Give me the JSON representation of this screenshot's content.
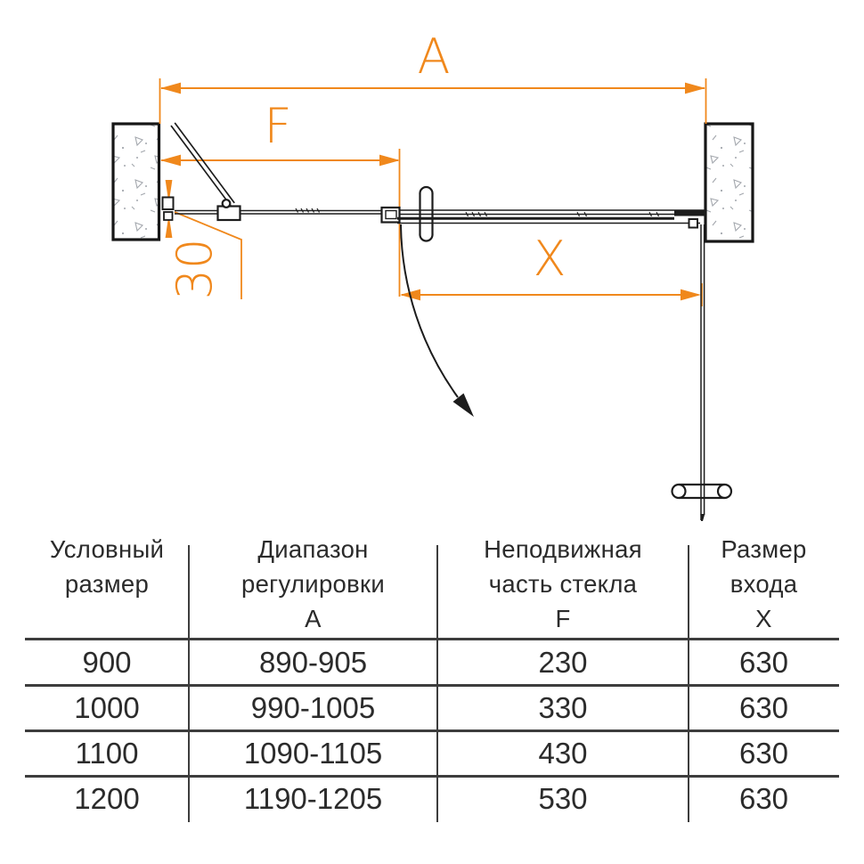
{
  "diagram": {
    "labels": {
      "overall_width": "A",
      "fixed_width": "F",
      "entry_width": "X",
      "wall_profile_adjust": "30"
    },
    "colors": {
      "accent_orange": "#F0881C",
      "drawing_line": "#1C1C1C",
      "table_line": "#3D3D3D",
      "text": "#2B2B2B",
      "wall_speckle": "#A3A7AD"
    }
  },
  "table": {
    "headers": [
      {
        "label": "Условный\nразмер"
      },
      {
        "label": "Диапазон\nрегулировки\nА"
      },
      {
        "label": "Неподвижная\nчасть стекла\nF"
      },
      {
        "label": "Размер\nвхода\nX"
      }
    ],
    "rows": [
      [
        "900",
        "890-905",
        "230",
        "630"
      ],
      [
        "1000",
        "990-1005",
        "330",
        "630"
      ],
      [
        "1100",
        "1090-1105",
        "430",
        "630"
      ],
      [
        "1200",
        "1190-1205",
        "530",
        "630"
      ]
    ]
  }
}
